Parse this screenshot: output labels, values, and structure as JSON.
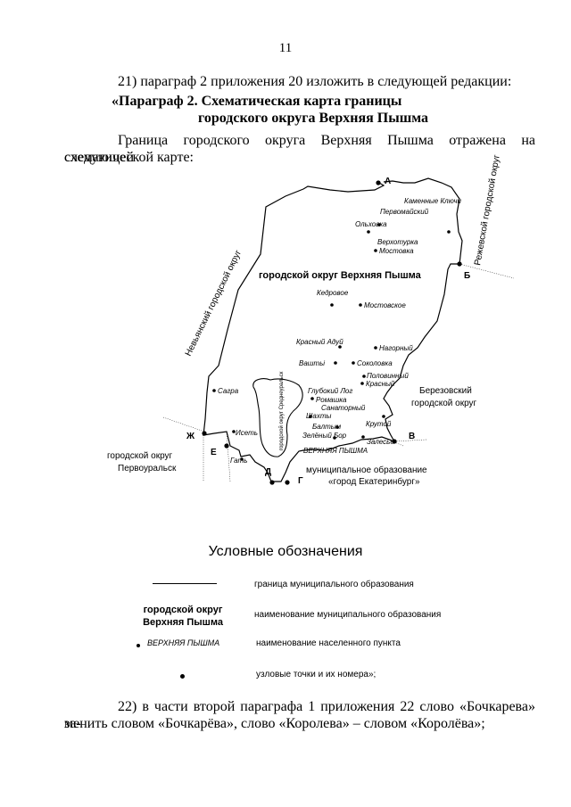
{
  "page_number": "11",
  "item21": "21) параграф 2 приложения 20 изложить в следующей редакции:",
  "heading_line1": "«Параграф 2. Схематическая карта границы",
  "heading_line2": "городского округа Верхняя Пышма",
  "intro_line1": "Граница городского округа Верхняя Пышма отражена на следующей",
  "intro_line2": "схематической карте:",
  "map": {
    "main_label": "городской округ Верхняя Пышма",
    "point_letters": [
      "А",
      "Б",
      "В",
      "Г",
      "Д",
      "Е",
      "Ж"
    ],
    "neighbors": {
      "nevyansk": "Невьянский городской округ",
      "rezh": "Режевской городской округ",
      "berezovsky": [
        "Березовский",
        "городской округ"
      ],
      "pervouralsk": [
        "городской округ",
        "Первоуральск"
      ],
      "ekaterinburg": [
        "муниципальное образование",
        "«город Екатеринбург»"
      ],
      "sredneuralsk": "городской округ Среднеуральск"
    },
    "settlements": {
      "kamennye_klyuchi": "Каменные Ключи",
      "pervomaysky": "Первомайский",
      "olkhovka": "Ольховка",
      "verkhoturka": "Верхотурка",
      "mostovka": "Мостовка",
      "kedrovoe": "Кедровое",
      "mostovskoe": "Мостовское",
      "krasny_aduy": "Красный Адуй",
      "nagorny": "Нагорный",
      "vashty": "Ваштьі",
      "sokolovka": "Соколовка",
      "polovinny": "Половинный",
      "krasny": "Красный",
      "sagra": "Сагра",
      "glubokiy_log": "Глубокий Лог",
      "romashka": "Ромашка",
      "sanatorny": "Санаторный",
      "shakhty": "Шахты",
      "krutoy": "Крутой",
      "balty": "Балтым",
      "zeleny_bor": "Зелёный Бор",
      "zalesye": "Залесье",
      "iset": "Исеть",
      "gat": "Гать",
      "verkhnyaya_pyshma": "ВЕРХНЯЯ ПЫШМА"
    }
  },
  "legend": {
    "title": "Условные обозначения",
    "boundary": "граница муниципального образования",
    "name_sample": [
      "городской округ",
      "Верхняя Пышма"
    ],
    "name_desc": "наименование муниципального образования",
    "settlement_sample": "ВЕРХНЯЯ ПЫШМА",
    "settlement_desc": "наименование населенного пункта",
    "node_desc": "узловые точки и их номера»;"
  },
  "item22_line1": "22) в части второй параграфа 1 приложения 22 слово «Бочкарева» за-",
  "item22_line2": "менить словом «Бочкарёва», слово «Королева» – словом «Королёва»;"
}
